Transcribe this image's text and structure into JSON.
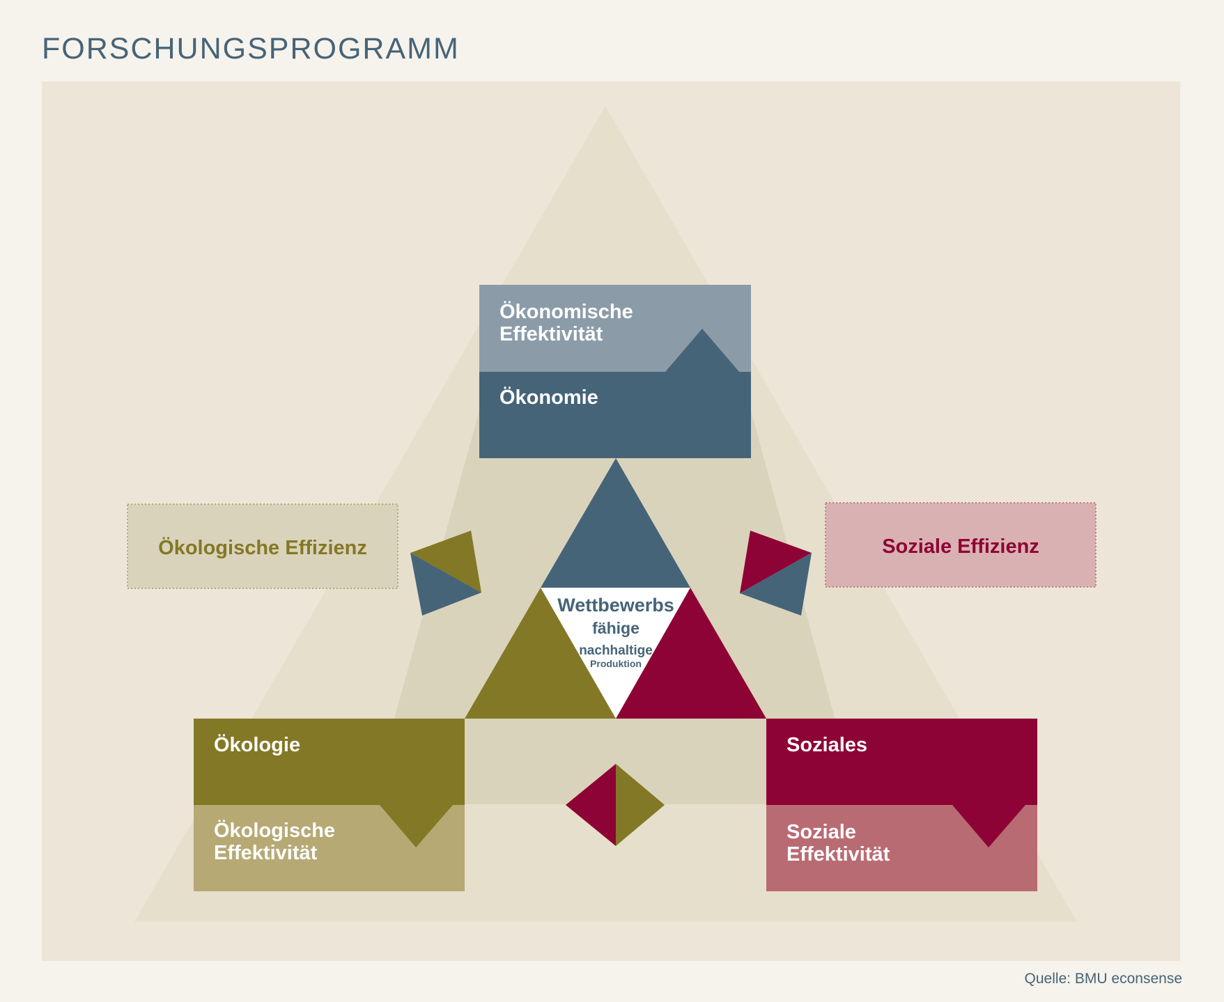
{
  "title": "FORSCHUNGSPROGRAMM",
  "source": "Quelle: BMU econsense",
  "colors": {
    "page_bg": "#f6f3ec",
    "panel_bg": "#ede6d8",
    "outer_triangle": "#e6dfcc",
    "inner_band": "#dad3bb",
    "economy_dark": "#466478",
    "economy_light": "#8b9ca8",
    "ecology_dark": "#837826",
    "ecology_light": "#b6a974",
    "social_dark": "#8e0335",
    "social_light": "#b96b73",
    "eco_efficiency_box": "#dad3bb",
    "social_efficiency_box": "#d9b1b3",
    "center_white": "#ffffff"
  },
  "economy": {
    "effectiveness_line1": "Ökonomische",
    "effectiveness_line2": "Effektivität",
    "label": "Ökonomie"
  },
  "ecology": {
    "label": "Ökologie",
    "effectiveness_line1": "Ökologische",
    "effectiveness_line2": "Effektivität"
  },
  "social": {
    "label": "Soziales",
    "effectiveness_line1": "Soziale",
    "effectiveness_line2": "Effektivität"
  },
  "efficiency": {
    "ecological": "Ökologische Effizienz",
    "social": "Soziale Effizienz"
  },
  "center": {
    "line1": "Wettbewerbs",
    "line2": "fähige",
    "line3": "nachhaltige",
    "line4": "Produktion"
  }
}
